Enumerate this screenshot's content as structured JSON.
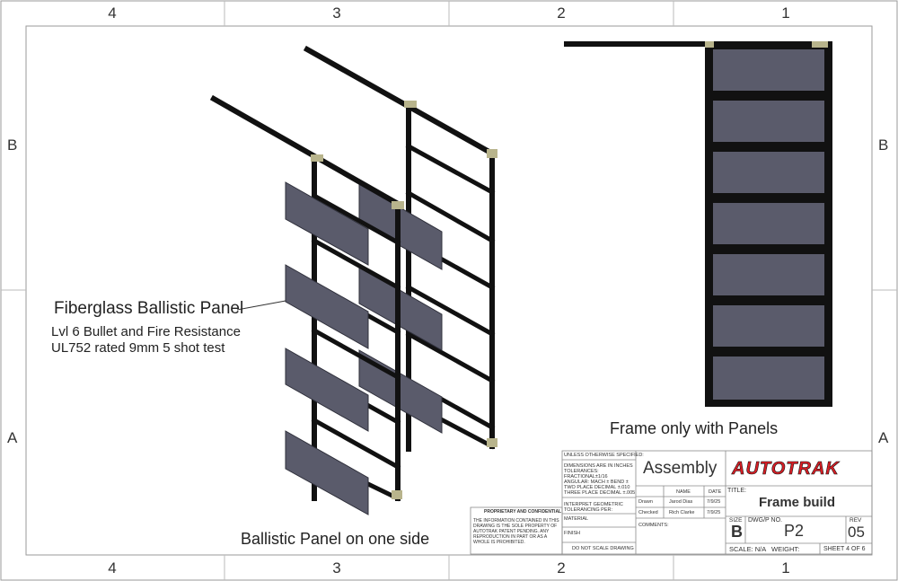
{
  "zones": {
    "columns": [
      "4",
      "3",
      "2",
      "1"
    ],
    "rows": [
      "B",
      "A"
    ]
  },
  "callout": {
    "title": "Fiberglass Ballistic Panel",
    "line1": "Lvl 6 Bullet and Fire Resistance",
    "line2": "UL752 rated 9mm 5 shot test"
  },
  "views": {
    "right_label": "Frame only with Panels",
    "left_label": "Ballistic Panel on one side"
  },
  "title_block": {
    "unless_specified": "UNLESS OTHERWISE SPECIFIED:",
    "dims_line1": "DIMENSIONS ARE IN INCHES",
    "dims_line2": "TOLERANCES:",
    "dims_line3": "FRACTIONAL±1/16",
    "dims_line4": "ANGULAR: MACH ±    BEND ±",
    "dims_line5": "TWO PLACE DECIMAL    ±.010",
    "dims_line6": "THREE PLACE DECIMAL  ±.005",
    "interpret_line1": "INTERPRET GEOMETRIC",
    "interpret_line2": "TOLERANCING PER:",
    "material": "MATERIAL",
    "finish": "FINISH",
    "do_not_scale": "DO NOT SCALE DRAWING",
    "proprietary_title": "PROPRIETARY AND CONFIDENTIAL",
    "proprietary_line1": "THE INFORMATION CONTAINED IN THIS",
    "proprietary_line2": "DRAWING IS THE SOLE PROPERTY OF",
    "proprietary_line3": "AUTOTRAK PATENT PENDING. ANY",
    "proprietary_line4": "REPRODUCTION IN PART OR AS A",
    "proprietary_line5": "WHOLE IS PROHIBITED.",
    "assembly": "Assembly",
    "name_header": "NAME",
    "date_header": "DATE",
    "drawn_label": "Drawn",
    "drawn_name": "Jarod Dias",
    "drawn_date": "7/9/25",
    "checked_label": "Checked",
    "checked_name": "Rich Clarke",
    "checked_date": "7/9/25",
    "comments": "COMMENTS:",
    "logo": "AUTOTRAK",
    "title_label": "TITLE:",
    "title": "Frame build",
    "size_label": "SIZE",
    "size": "B",
    "dwg_label": "DWG/P  NO.",
    "dwg_no": "P2",
    "rev_label": "REV",
    "rev": "05",
    "scale": "SCALE: N/A",
    "weight": "WEIGHT:",
    "sheet": "SHEET 4 OF 6"
  },
  "colors": {
    "border": "#9a9a9a",
    "frame": "#111111",
    "panel": "#5a5b6b",
    "panel_edge": "#2e2f3a",
    "connector": "#b8b48c",
    "logo_red": "#d91e25"
  }
}
